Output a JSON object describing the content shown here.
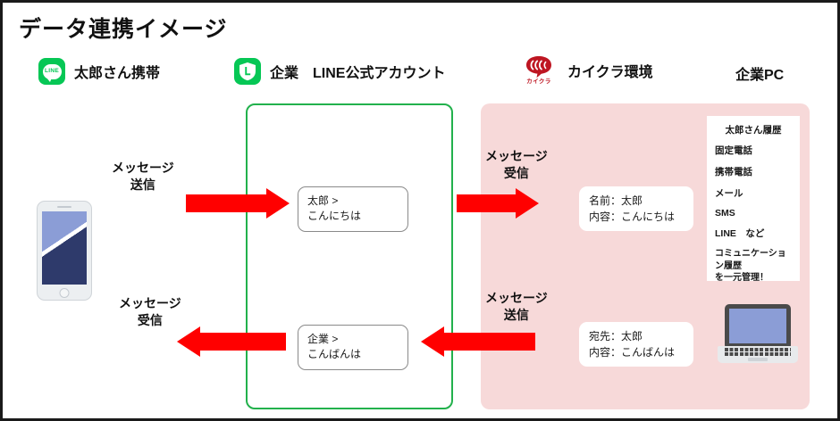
{
  "title": "データ連携イメージ",
  "columns": [
    {
      "icon": "line-app-icon",
      "icon_text": "LINE",
      "label": "太郎さん携帯"
    },
    {
      "icon": "line-official-account-icon",
      "icon_text": "L",
      "label": "企業　LINE公式アカウント"
    },
    {
      "icon": "kaikura-logo-icon",
      "icon_text": "カイクラ",
      "label": "カイクラ環境"
    },
    {
      "icon": "none",
      "icon_text": "",
      "label": "企業PC"
    }
  ],
  "chat": {
    "top": {
      "sender": "太郎 >",
      "message": "こんにちは"
    },
    "bottom": {
      "sender": "企業 >",
      "message": "こんばんは"
    }
  },
  "kaikura_cards": {
    "top": {
      "line1": "名前：太郎",
      "line2": "内容：こんにちは"
    },
    "bottom": {
      "line1": "宛先：太郎",
      "line2": "内容：こんばんは"
    }
  },
  "history": {
    "title": "太郎さん履歴",
    "items": [
      "固定電話",
      "携帯電話",
      "メール",
      "SMS",
      "LINE　など"
    ],
    "note_line1": "コミュニケーション履歴",
    "note_line2": "を一元管理！"
  },
  "arrow_labels": {
    "send_top": {
      "line1": "メッセージ",
      "line2": "送信"
    },
    "receive_top": {
      "line1": "メッセージ",
      "line2": "受信"
    },
    "receive_bottom": {
      "line1": "メッセージ",
      "line2": "受信"
    },
    "send_bottom": {
      "line1": "メッセージ",
      "line2": "送信"
    }
  },
  "colors": {
    "line_green": "#06C755",
    "panel_green_border": "#22b14c",
    "panel_pink": "#f7d9d9",
    "arrow_red": "#ff0000",
    "kaikura_red": "#BE1622",
    "device_blue": "#8b9dd6",
    "device_navy": "#2e3a6b"
  }
}
